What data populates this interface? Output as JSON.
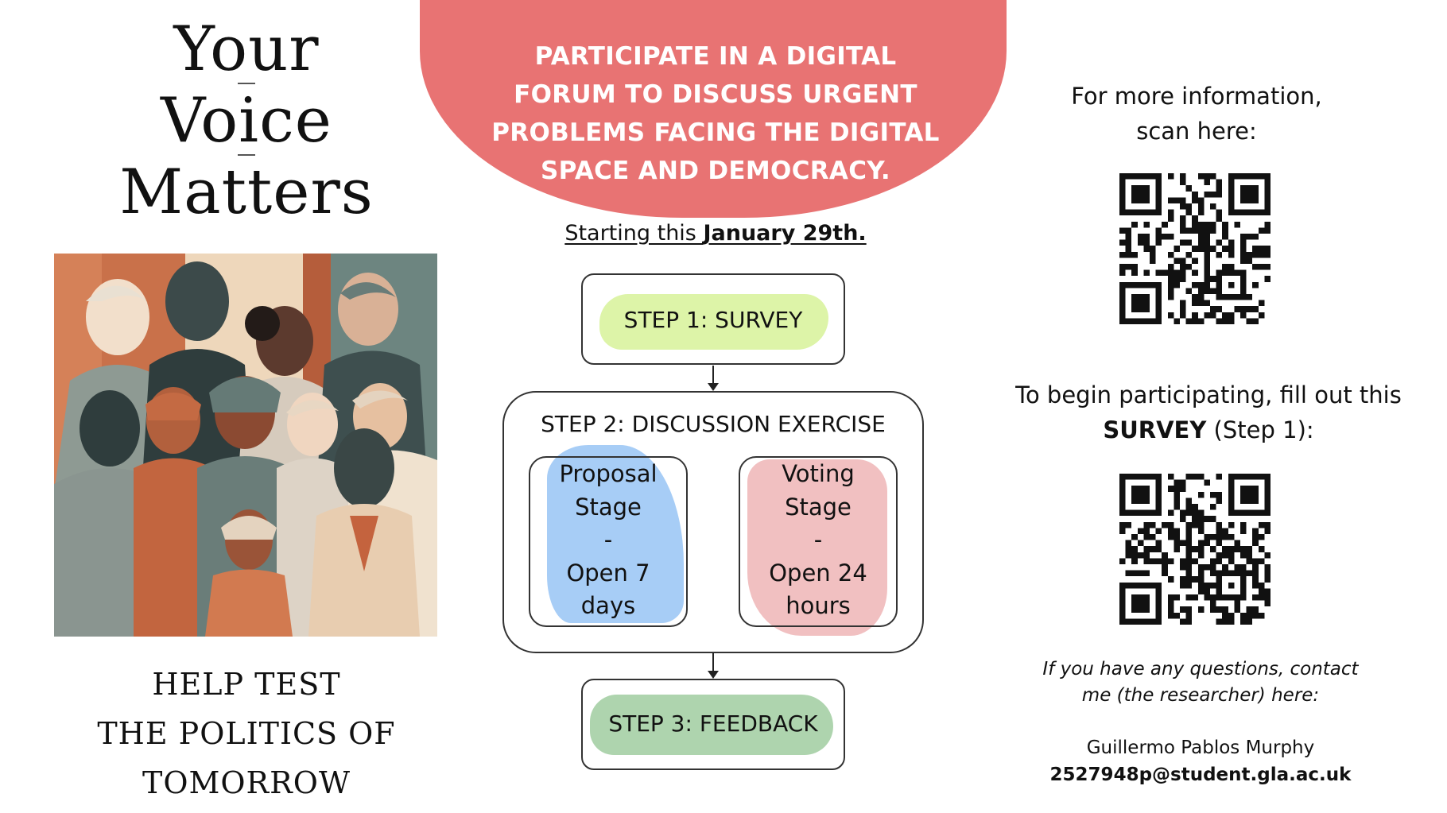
{
  "title": {
    "line1": "Your",
    "line2": "Voice",
    "line3": "Matters"
  },
  "help": {
    "line1": "HELP TEST",
    "line2": "THE POLITICS OF",
    "line3": "TOMORROW"
  },
  "banner": {
    "line1": "PARTICIPATE IN A DIGITAL",
    "line2": "FORUM TO DISCUSS  URGENT",
    "line3": "PROBLEMS FACING THE DIGITAL",
    "line4": "SPACE AND DEMOCRACY."
  },
  "start": {
    "prefix": "Starting this ",
    "date": "January 29th."
  },
  "steps": {
    "step1": "STEP 1: SURVEY",
    "step2": "STEP 2: DISCUSSION EXERCISE",
    "step3": "STEP 3: FEEDBACK",
    "proposal": {
      "line1": "Proposal",
      "line2": "Stage",
      "line3": "-",
      "line4": "Open 7",
      "line5": "days"
    },
    "voting": {
      "line1": "Voting",
      "line2": "Stage",
      "line3": "-",
      "line4": "Open 24",
      "line5": "hours"
    }
  },
  "info": {
    "line1": "For more information,",
    "line2": "scan here:"
  },
  "begin": {
    "line1": "To begin participating, fill out this",
    "strong": "SURVEY",
    "rest": " (Step 1):"
  },
  "contact": {
    "line1": "If you have any questions, contact",
    "line2": "me (the researcher) here:",
    "name": "Guillermo Pablos Murphy",
    "email": "2527948p@student.gla.ac.uk"
  },
  "colors": {
    "banner": "#e87373",
    "step1": "#ddf4a8",
    "proposal": "#a7cdf6",
    "voting": "#f1c0c1",
    "step3": "#aed4ae"
  },
  "icons": {
    "qr_info": "qr-code-icon",
    "qr_survey": "qr-code-icon"
  }
}
